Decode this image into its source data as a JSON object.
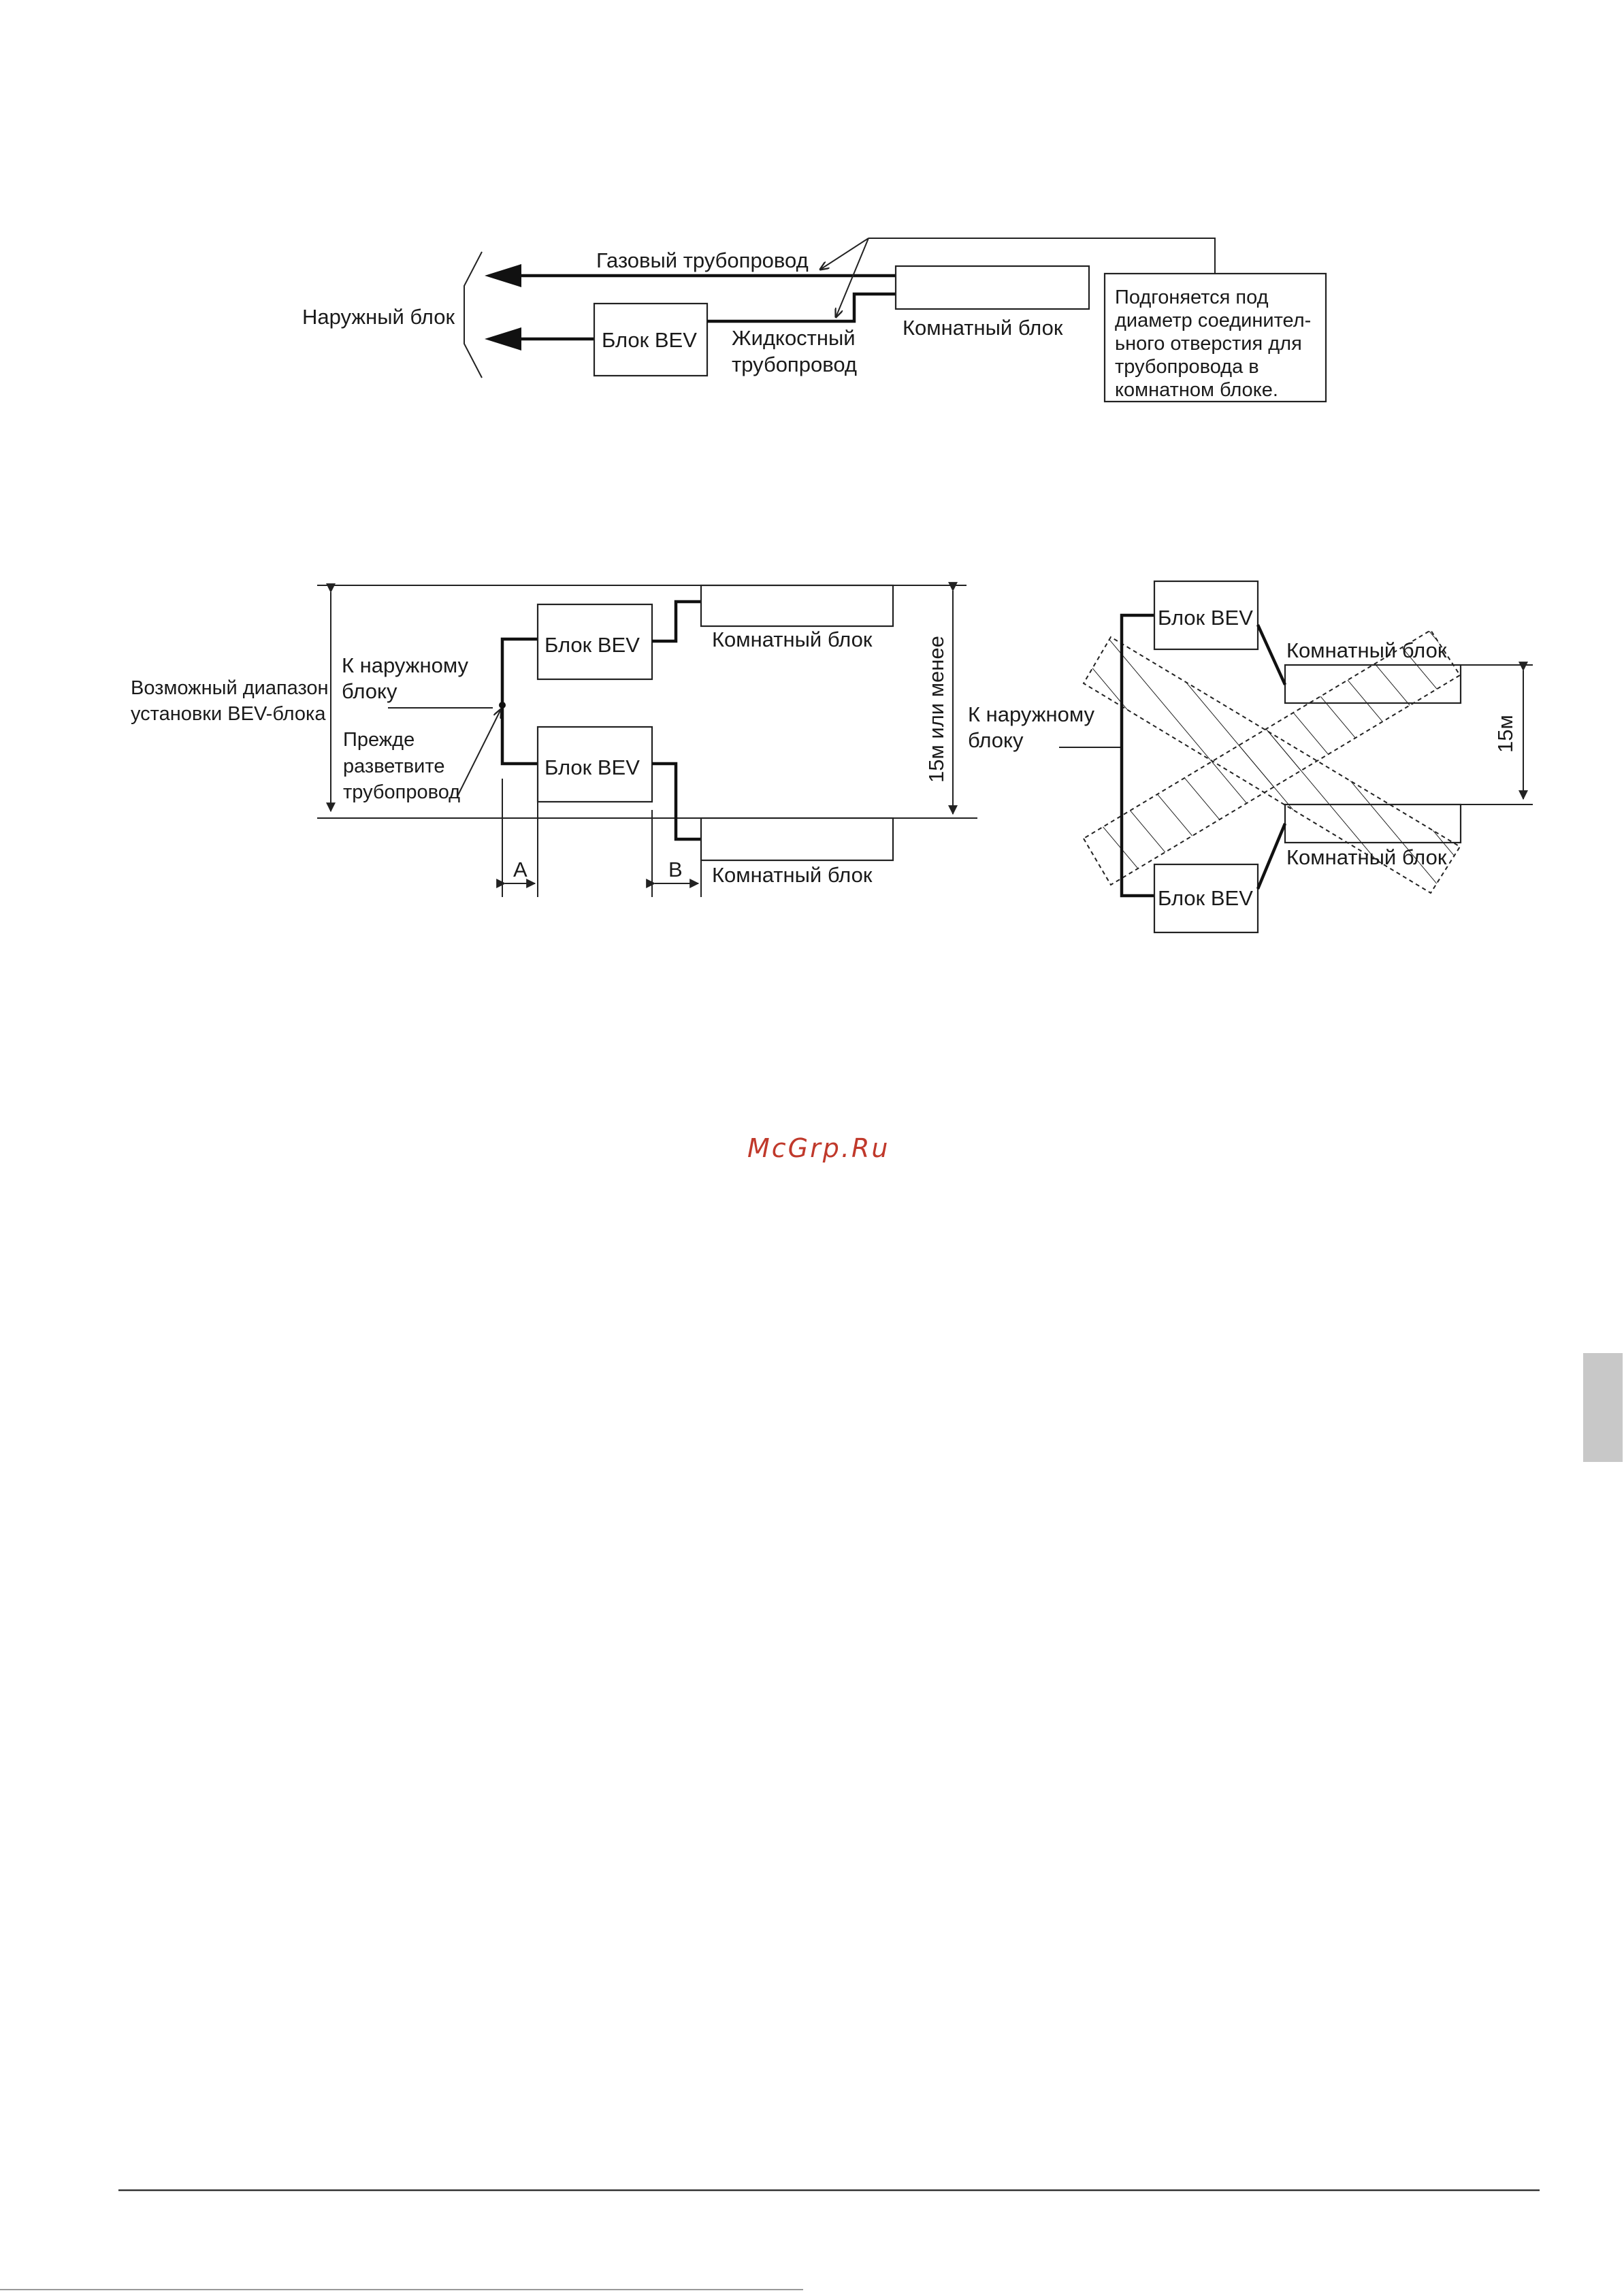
{
  "diagram1": {
    "outdoor_unit": "Наружный блок",
    "gas_pipe": "Газовый трубопровод",
    "bev_unit": "Блок BEV",
    "liquid_pipe_line1": "Жидкостный",
    "liquid_pipe_line2": "трубопровод",
    "indoor_unit": "Комнатный блок",
    "note_lines": [
      "Подгоняется под",
      "диаметр соединител-",
      "ьного отверстия для",
      "трубопровода в",
      "комнатном блоке."
    ]
  },
  "diagram2": {
    "range_line1": "Возможный диапазон",
    "range_line2": "установки BEV-блока",
    "to_outdoor_line1": "К наружному",
    "to_outdoor_line2": "блоку",
    "branch_line1": "Прежде",
    "branch_line2": "разветвите",
    "branch_line3": "трубопровод",
    "bev_top": "Блок BEV",
    "bev_bottom": "Блок BEV",
    "indoor_top": "Комнатный блок",
    "indoor_bottom": "Комнатный блок",
    "dim_a": "A",
    "dim_b": "B",
    "height_label": "15м или менее"
  },
  "diagram3": {
    "bev_top": "Блок BEV",
    "bev_bottom": "Блок BEV",
    "indoor_top": "Комнатный блок",
    "indoor_bottom": "Комнатный блок",
    "to_outdoor_line1": "К наружному",
    "to_outdoor_line2": "блоку",
    "height_label": "15м"
  },
  "watermark": "McGrp.Ru"
}
